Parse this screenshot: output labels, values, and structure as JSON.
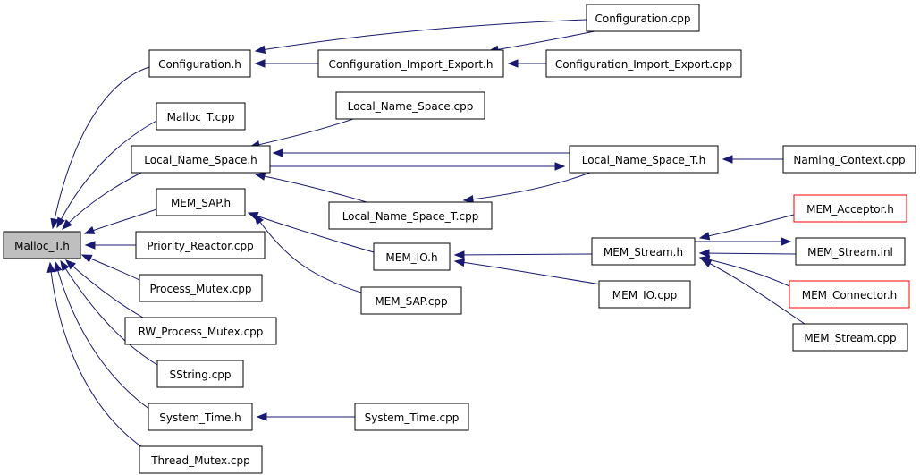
{
  "graph": {
    "colors": {
      "edge": "#191970",
      "root_fill": "#bfbfbf",
      "node_border": "#000000",
      "highlight_border": "#ff0000",
      "background": "#ffffff"
    },
    "nodes": [
      {
        "id": "malloc_t_h",
        "label": "Malloc_T.h",
        "style": "root"
      },
      {
        "id": "configuration_h",
        "label": "Configuration.h",
        "style": "normal"
      },
      {
        "id": "malloc_t_cpp",
        "label": "Malloc_T.cpp",
        "style": "normal"
      },
      {
        "id": "local_name_space_h",
        "label": "Local_Name_Space.h",
        "style": "normal"
      },
      {
        "id": "mem_sap_h",
        "label": "MEM_SAP.h",
        "style": "normal"
      },
      {
        "id": "priority_reactor_cpp",
        "label": "Priority_Reactor.cpp",
        "style": "normal"
      },
      {
        "id": "process_mutex_cpp",
        "label": "Process_Mutex.cpp",
        "style": "normal"
      },
      {
        "id": "rw_process_mutex_cpp",
        "label": "RW_Process_Mutex.cpp",
        "style": "normal"
      },
      {
        "id": "sstring_cpp",
        "label": "SString.cpp",
        "style": "normal"
      },
      {
        "id": "system_time_h",
        "label": "System_Time.h",
        "style": "normal"
      },
      {
        "id": "thread_mutex_cpp",
        "label": "Thread_Mutex.cpp",
        "style": "normal"
      },
      {
        "id": "configuration_cpp",
        "label": "Configuration.cpp",
        "style": "normal"
      },
      {
        "id": "configuration_import_export_h",
        "label": "Configuration_Import_Export.h",
        "style": "normal"
      },
      {
        "id": "configuration_import_export_cpp",
        "label": "Configuration_Import_Export.cpp",
        "style": "normal"
      },
      {
        "id": "local_name_space_cpp",
        "label": "Local_Name_Space.cpp",
        "style": "normal"
      },
      {
        "id": "local_name_space_t_h",
        "label": "Local_Name_Space_T.h",
        "style": "normal"
      },
      {
        "id": "local_name_space_t_cpp",
        "label": "Local_Name_Space_T.cpp",
        "style": "normal"
      },
      {
        "id": "naming_context_cpp",
        "label": "Naming_Context.cpp",
        "style": "normal"
      },
      {
        "id": "mem_io_h",
        "label": "MEM_IO.h",
        "style": "normal"
      },
      {
        "id": "mem_sap_cpp",
        "label": "MEM_SAP.cpp",
        "style": "normal"
      },
      {
        "id": "mem_stream_h",
        "label": "MEM_Stream.h",
        "style": "normal"
      },
      {
        "id": "mem_io_cpp",
        "label": "MEM_IO.cpp",
        "style": "normal"
      },
      {
        "id": "mem_acceptor_h",
        "label": "MEM_Acceptor.h",
        "style": "highlight"
      },
      {
        "id": "mem_stream_inl",
        "label": "MEM_Stream.inl",
        "style": "normal"
      },
      {
        "id": "mem_connector_h",
        "label": "MEM_Connector.h",
        "style": "highlight"
      },
      {
        "id": "mem_stream_cpp",
        "label": "MEM_Stream.cpp",
        "style": "normal"
      },
      {
        "id": "system_time_cpp",
        "label": "System_Time.cpp",
        "style": "normal"
      }
    ],
    "edges": [
      {
        "from": "configuration_h",
        "to": "malloc_t_h"
      },
      {
        "from": "malloc_t_cpp",
        "to": "malloc_t_h"
      },
      {
        "from": "local_name_space_h",
        "to": "malloc_t_h"
      },
      {
        "from": "mem_sap_h",
        "to": "malloc_t_h"
      },
      {
        "from": "priority_reactor_cpp",
        "to": "malloc_t_h"
      },
      {
        "from": "process_mutex_cpp",
        "to": "malloc_t_h"
      },
      {
        "from": "rw_process_mutex_cpp",
        "to": "malloc_t_h"
      },
      {
        "from": "sstring_cpp",
        "to": "malloc_t_h"
      },
      {
        "from": "system_time_h",
        "to": "malloc_t_h"
      },
      {
        "from": "thread_mutex_cpp",
        "to": "malloc_t_h"
      },
      {
        "from": "configuration_cpp",
        "to": "configuration_h"
      },
      {
        "from": "configuration_import_export_h",
        "to": "configuration_h"
      },
      {
        "from": "configuration_cpp",
        "to": "configuration_import_export_h"
      },
      {
        "from": "configuration_import_export_cpp",
        "to": "configuration_import_export_h"
      },
      {
        "from": "local_name_space_cpp",
        "to": "local_name_space_h"
      },
      {
        "from": "local_name_space_t_h",
        "to": "local_name_space_h"
      },
      {
        "from": "local_name_space_h",
        "to": "local_name_space_t_h"
      },
      {
        "from": "local_name_space_t_cpp",
        "to": "local_name_space_h"
      },
      {
        "from": "local_name_space_t_h",
        "to": "local_name_space_t_cpp"
      },
      {
        "from": "naming_context_cpp",
        "to": "local_name_space_t_h"
      },
      {
        "from": "mem_io_h",
        "to": "mem_sap_h"
      },
      {
        "from": "mem_sap_cpp",
        "to": "mem_sap_h"
      },
      {
        "from": "mem_stream_h",
        "to": "mem_io_h"
      },
      {
        "from": "mem_io_cpp",
        "to": "mem_io_h"
      },
      {
        "from": "mem_acceptor_h",
        "to": "mem_stream_h"
      },
      {
        "from": "mem_stream_inl",
        "to": "mem_stream_h"
      },
      {
        "from": "mem_stream_h",
        "to": "mem_stream_inl"
      },
      {
        "from": "mem_connector_h",
        "to": "mem_stream_h"
      },
      {
        "from": "mem_stream_cpp",
        "to": "mem_stream_h"
      },
      {
        "from": "system_time_cpp",
        "to": "system_time_h"
      }
    ]
  }
}
